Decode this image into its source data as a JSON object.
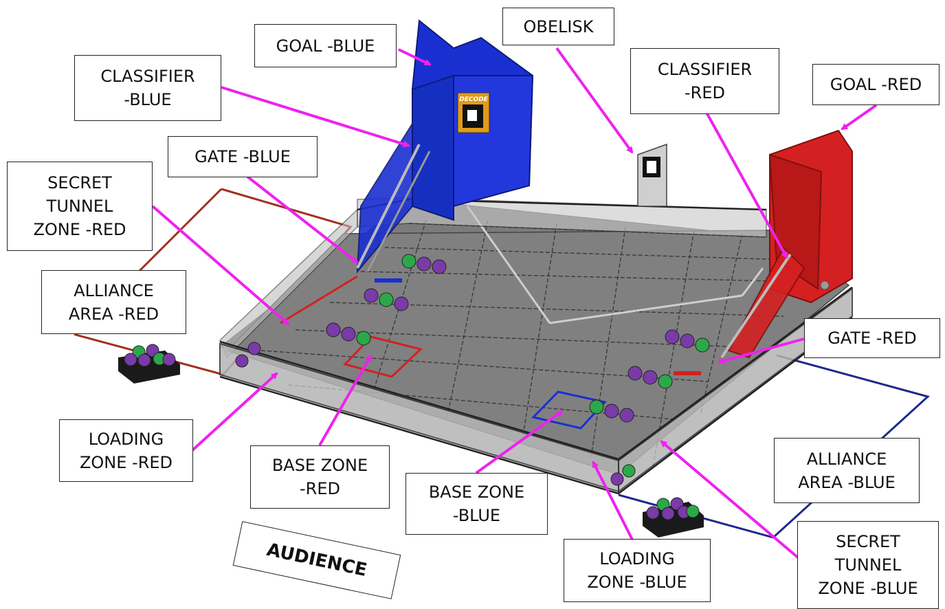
{
  "colors": {
    "arrow": "#ee22ee",
    "field_floor": "#7b7b7b",
    "field_wall": "#bdbdbd",
    "blue_alliance": "#1a2fd0",
    "red_alliance": "#d42020",
    "red_area_line": "#a2301e",
    "blue_area_line": "#1d2a8c",
    "ball_green": "#2ba84a",
    "ball_purple": "#7a3aa8"
  },
  "labels": {
    "goal_blue": [
      "GOAL -BLUE"
    ],
    "obelisk": [
      "OBELISK"
    ],
    "classifier_blue": [
      "CLASSIFIER",
      "-BLUE"
    ],
    "classifier_red": [
      "CLASSIFIER",
      "-RED"
    ],
    "goal_red": [
      "GOAL -RED"
    ],
    "gate_blue": [
      "GATE -BLUE"
    ],
    "secret_tunnel_red": [
      "SECRET",
      "TUNNEL",
      "ZONE -RED"
    ],
    "alliance_area_red": [
      "ALLIANCE",
      "AREA -RED"
    ],
    "gate_red": [
      "GATE -RED"
    ],
    "loading_zone_red": [
      "LOADING",
      "ZONE -RED"
    ],
    "base_zone_red": [
      "BASE ZONE",
      "-RED"
    ],
    "base_zone_blue": [
      "BASE ZONE",
      "-BLUE"
    ],
    "alliance_area_blue": [
      "ALLIANCE",
      "AREA -BLUE"
    ],
    "loading_zone_blue": [
      "LOADING",
      "ZONE -BLUE"
    ],
    "secret_tunnel_blue": [
      "SECRET",
      "TUNNEL",
      "ZONE -BLUE"
    ]
  },
  "goal_blue_logo": "DECODE",
  "audience": "AUDIENCE"
}
